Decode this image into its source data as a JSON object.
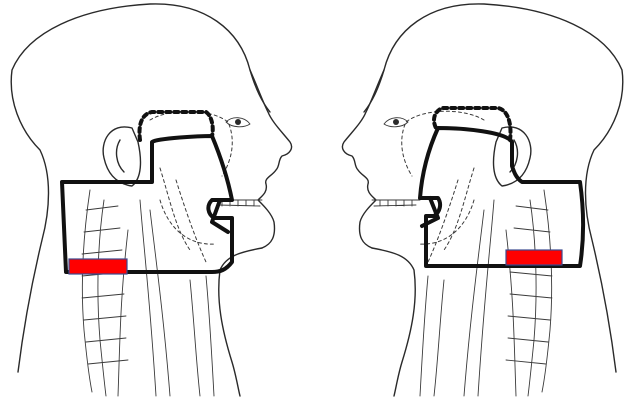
{
  "figure": {
    "panels": [
      {
        "view": "right-lateral",
        "facing": "right",
        "icon": "head-neck-profile-icon"
      },
      {
        "view": "left-lateral",
        "facing": "left",
        "icon": "head-neck-profile-icon"
      }
    ],
    "colors": {
      "background": "#ffffff",
      "line": "#2a2a2a",
      "field_outline": "#111111",
      "marker_fill": "#ff0000",
      "marker_border": "#3b4a8f"
    }
  }
}
